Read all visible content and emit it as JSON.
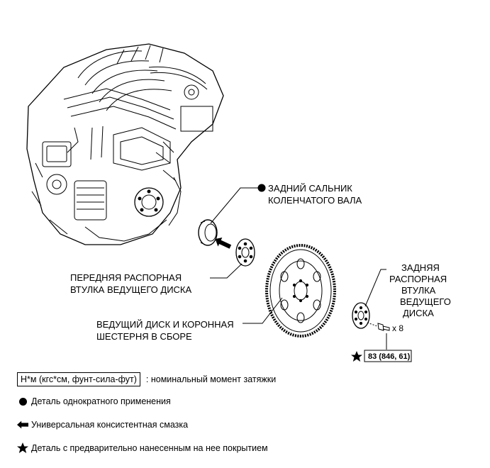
{
  "labels": {
    "rear_oil_seal_line1": "ЗАДНИЙ САЛЬНИК",
    "rear_oil_seal_line2": "КОЛЕНЧАТОГО ВАЛА",
    "front_spacer_line1": "ПЕРЕДНЯЯ РАСПОРНАЯ",
    "front_spacer_line2": "ВТУЛКА ВЕДУЩЕГО ДИСКА",
    "drive_plate_line1": "ВЕДУЩИЙ ДИСК И КОРОННАЯ",
    "drive_plate_line2": "ШЕСТЕРНЯ В СБОРЕ",
    "rear_spacer_line1": "ЗАДНЯЯ",
    "rear_spacer_line2": "РАСПОРНАЯ",
    "rear_spacer_line3": "ВТУЛКА",
    "rear_spacer_line4": "ВЕДУЩЕГО",
    "rear_spacer_line5": "ДИСКА",
    "bolt_count": "x 8",
    "torque_value": "83 (846, 61)"
  },
  "legend": {
    "unit": "Н*м (кгс*см, фунт-сила-фут)",
    "unit_desc": ": номинальный момент затяжки",
    "non_reusable": "Деталь однократного применения",
    "grease": "Универсальная консистентная смазка",
    "precoated": "Деталь с предварительно нанесенным на нее покрытием"
  }
}
